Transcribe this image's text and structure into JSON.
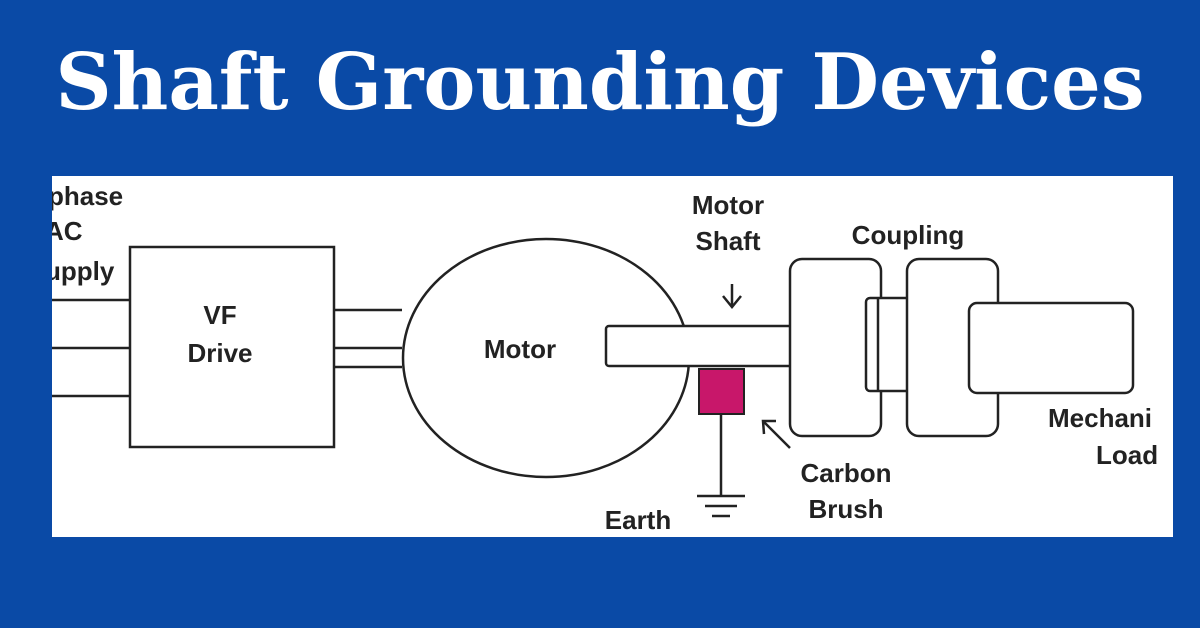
{
  "title": "Shaft Grounding Devices",
  "labels": {
    "supply_line1": "phase",
    "supply_line2": "AC",
    "supply_line3": "upply",
    "vf_line1": "VF",
    "vf_line2": "Drive",
    "motor": "Motor",
    "motor_shaft_line1": "Motor",
    "motor_shaft_line2": "Shaft",
    "coupling": "Coupling",
    "load_line1": "Mechani",
    "load_line2": "Load",
    "carbon_line1": "Carbon",
    "carbon_line2": "Brush",
    "earth": "Earth"
  },
  "colors": {
    "background": "#0a4aa6",
    "panel": "#ffffff",
    "stroke": "#222222",
    "brush": "#c8176a"
  }
}
